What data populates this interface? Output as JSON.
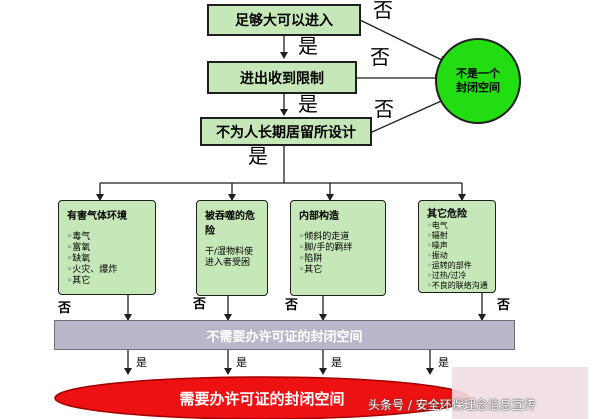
{
  "steps": [
    {
      "label": "足够大可以进入"
    },
    {
      "label": "进出收到限制"
    },
    {
      "label": "不为人长期居留所设计"
    }
  ],
  "result_not": "不是一个\n封闭空间",
  "no": "否",
  "yes": "是",
  "categories": [
    {
      "title": "有害气体环境",
      "items": [
        "◦毒气",
        "◦富氧",
        "◦缺氧",
        "◦火灾、爆炸",
        "◦其它"
      ]
    },
    {
      "title": "被吞噬的危险",
      "items": [
        "干/湿物料使",
        "进入者受困"
      ]
    },
    {
      "title": "内部构造",
      "items": [
        "◦倾斜的走道",
        "◦脚/手的羁绊",
        "◦陷阱",
        "◦其它"
      ]
    },
    {
      "title": "其它危险",
      "items": [
        "◦电气",
        "◦辐射",
        "◦噪声",
        "◦振动",
        "◦运转的部件",
        "◦过热/过冷",
        "◦不良的联络沟通"
      ]
    }
  ],
  "no_permit": "不需要办许可证的封闭空间",
  "permit": "需要办许可证的封闭空间",
  "watermark": "头条号 / 安全环保理念信息宣传",
  "colors": {
    "green_box": "#c6e8b8",
    "green_circle": "#22dd11",
    "red_ellipse": "#ee1111",
    "gray_bar": "#b7b7c9"
  }
}
